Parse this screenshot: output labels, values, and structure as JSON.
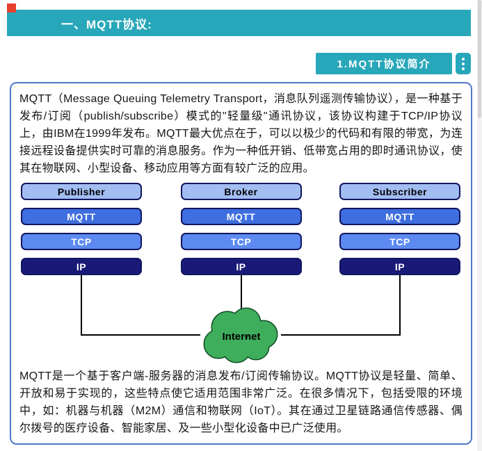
{
  "banner": {
    "title": "一、MQTT协议:"
  },
  "section": {
    "title": "1.MQTT协议简介"
  },
  "intro": "MQTT（Message Queuing Telemetry Transport，消息队列遥测传输协议），是一种基于发布/订阅（publish/subscribe）模式的\"轻量级\"通讯协议，该协议构建于TCP/IP协议上，由IBM在1999年发布。MQTT最大优点在于，可以以极少的代码和有限的带宽，为连接远程设备提供实时可靠的消息服务。作为一种低开销、低带宽占用的即时通讯协议，使其在物联网、小型设备、移动应用等方面有较广泛的应用。",
  "diagram": {
    "columns": [
      {
        "title": "Publisher",
        "layers": [
          "MQTT",
          "TCP",
          "IP"
        ]
      },
      {
        "title": "Broker",
        "layers": [
          "MQTT",
          "TCP",
          "IP"
        ]
      },
      {
        "title": "Subscriber",
        "layers": [
          "MQTT",
          "TCP",
          "IP"
        ]
      }
    ],
    "cloud_label": "Internet"
  },
  "outro": "MQTT是一个基于客户端-服务器的消息发布/订阅传输协议。MQTT协议是轻量、简单、开放和易于实现的，这些特点使它适用范围非常广泛。在很多情况下，包括受限的环境中，如：机器与机器（M2M）通信和物联网（IoT）。其在通过卫星链路通信传感器、偶尔拨号的医疗设备、智能家居、及一些小型化设备中已广泛使用。",
  "colors": {
    "teal": "#28a7ba",
    "red_accent": "#e8402f",
    "panel_border": "#4d79c7",
    "layer_title": "#a2bdf2",
    "layer_mqtt": "#3e6ee0",
    "layer_tcp": "#5c8af0",
    "layer_ip": "#191a78",
    "cloud_green": "#3fae5c"
  }
}
